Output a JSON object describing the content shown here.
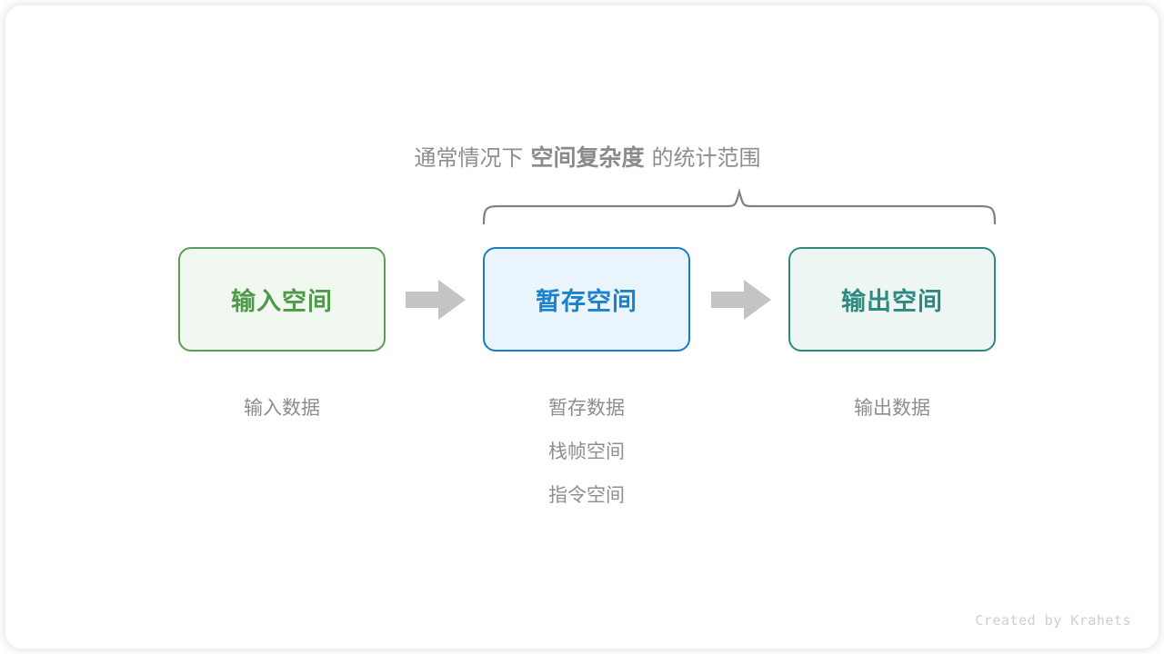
{
  "caption": {
    "prefix": "通常情况下",
    "highlight": "空间复杂度",
    "suffix": "的统计范围"
  },
  "brace": {
    "name": "curly-brace",
    "color": "#808080",
    "spans": [
      "暂存空间",
      "输出空间"
    ]
  },
  "flow": {
    "boxes": [
      {
        "id": "input",
        "label": "输入空间",
        "border_color": "#5c9e55",
        "fill_color": "#f1f8ef",
        "text_color": "#4f9a48",
        "sublabels": [
          "输入数据"
        ]
      },
      {
        "id": "temp",
        "label": "暂存空间",
        "border_color": "#1a7dc4",
        "fill_color": "#e9f4fc",
        "text_color": "#1b82cc",
        "sublabels": [
          "暂存数据",
          "栈帧空间",
          "指令空间"
        ]
      },
      {
        "id": "output",
        "label": "输出空间",
        "border_color": "#30897f",
        "fill_color": "#edf6f3",
        "text_color": "#2d8a80",
        "sublabels": [
          "输出数据"
        ]
      }
    ],
    "arrows": [
      {
        "id": "arrow-1",
        "name": "right-arrow-icon",
        "color": "#c4c4c4"
      },
      {
        "id": "arrow-2",
        "name": "right-arrow-icon",
        "color": "#c4c4c4"
      }
    ]
  },
  "footer": {
    "credit": "Created by Krahets"
  }
}
